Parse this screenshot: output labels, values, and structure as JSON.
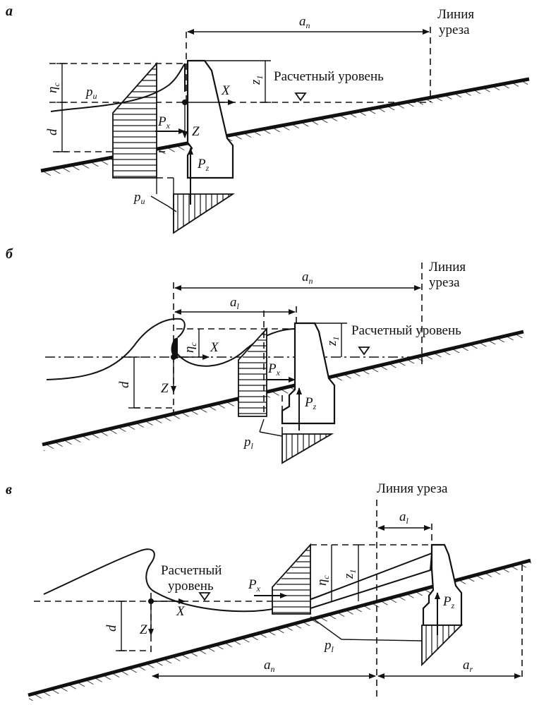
{
  "panels": {
    "a": {
      "letter": "а",
      "shoreline": [
        "Линия",
        "уреза"
      ],
      "design_level": "Расчетный уровень",
      "eta": "η",
      "eta_sub": "c",
      "pu": "p",
      "pu_sub": "u",
      "pu2": "p",
      "pu2_sub": "u",
      "d": "d",
      "x": "X",
      "z": "Z",
      "px": "P",
      "px_sub": "x",
      "pz": "P",
      "pz_sub": "z",
      "z1": "z",
      "z1_sub": "1",
      "an": "a",
      "an_sub": "n"
    },
    "b": {
      "letter": "б",
      "shoreline": [
        "Линия",
        "уреза"
      ],
      "design_level": "Расчетный уровень",
      "eta": "η",
      "eta_sub": "c",
      "d": "d",
      "x": "X",
      "z": "Z",
      "px": "P",
      "px_sub": "x",
      "pz": "P",
      "pz_sub": "z",
      "pl": "p",
      "pl_sub": "l",
      "z1": "z",
      "z1_sub": "1",
      "an": "a",
      "an_sub": "n",
      "al": "a",
      "al_sub": "l"
    },
    "c": {
      "letter": "в",
      "shoreline": "Линия уреза",
      "design_level": [
        "Расчетный",
        "уровень"
      ],
      "eta": "η",
      "eta_sub": "c",
      "d": "d",
      "x": "X",
      "z": "Z",
      "px": "P",
      "px_sub": "x",
      "pz": "P",
      "pz_sub": "z",
      "pl": "p",
      "pl_sub": "l",
      "z1": "z",
      "z1_sub": "1",
      "an": "a",
      "an_sub": "n",
      "al": "a",
      "al_sub": "l",
      "ar": "a",
      "ar_sub": "r"
    }
  }
}
